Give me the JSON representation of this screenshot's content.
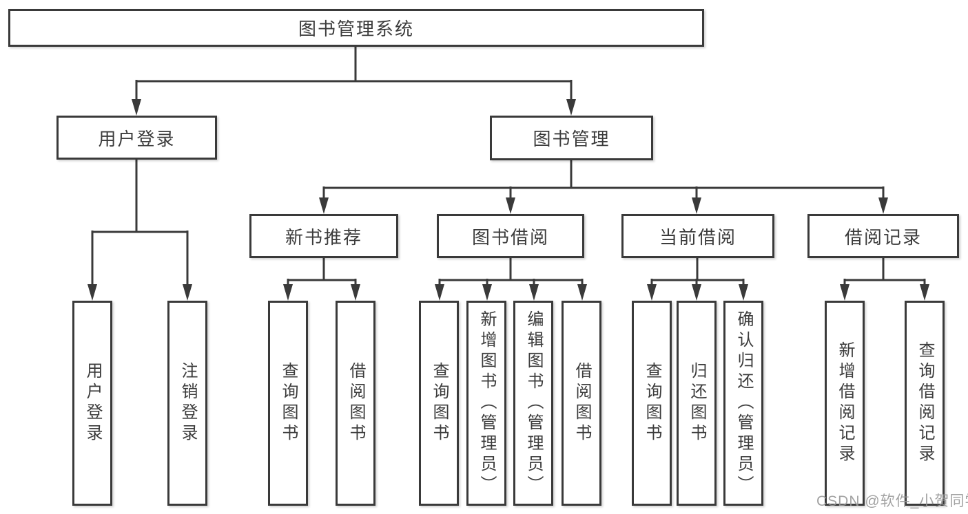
{
  "diagram": {
    "nodes": {
      "root": "图书管理系统",
      "user_login": "用户登录",
      "book_management": "图书管理",
      "new_book_recommend": "新书推荐",
      "book_borrowing": "图书借阅",
      "current_borrowing": "当前借阅",
      "borrowing_records": "借阅记录",
      "leaf_user_login": "用户登录",
      "leaf_logout": "注销登录",
      "leaf_recommend_query_books": "查询图书",
      "leaf_recommend_borrow_books": "借阅图书",
      "leaf_borrowing_query_books": "查询图书",
      "leaf_borrowing_add_books": "新增图书（管理员）",
      "leaf_borrowing_edit_books": "编辑图书（管理员）",
      "leaf_borrowing_borrow_books": "借阅图书",
      "leaf_current_query_books": "查询图书",
      "leaf_current_return_books": "归还图书",
      "leaf_current_confirm_return": "确认归还（管理员）",
      "leaf_records_add_record": "新增借阅记录",
      "leaf_records_query_record": "查询借阅记录"
    },
    "colors": {
      "line": "#3a3a3a",
      "box_border": "#3a3a3a",
      "box_fill": "#ffffff",
      "text": "#3c3c3c",
      "watermark": "#989898"
    }
  },
  "watermark": "CSDN @软件_小贺同学"
}
